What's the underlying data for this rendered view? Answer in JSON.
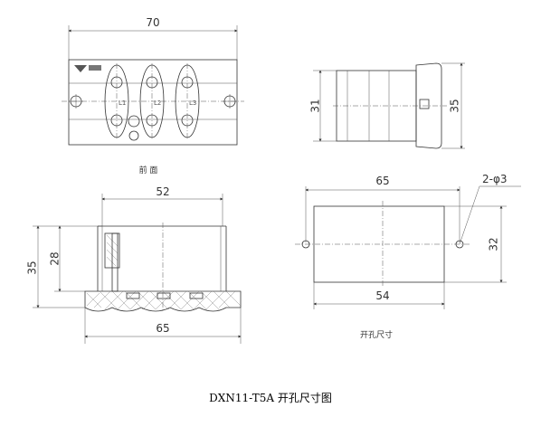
{
  "front_view": {
    "width_dim": "70",
    "terminals": [
      "L1",
      "L2",
      "L3"
    ],
    "caption": "前 面"
  },
  "side_view": {
    "height_left": "31",
    "height_right": "35"
  },
  "section_view": {
    "inner_width": "52",
    "total_height": "35",
    "inner_height": "28",
    "base_width": "65"
  },
  "cutout_view": {
    "hole_spacing": "65",
    "hole_spec": "2-φ3",
    "height": "32",
    "cutout_width": "54",
    "caption": "开孔尺寸"
  },
  "title": "DXN11-T5A 开孔尺寸图"
}
